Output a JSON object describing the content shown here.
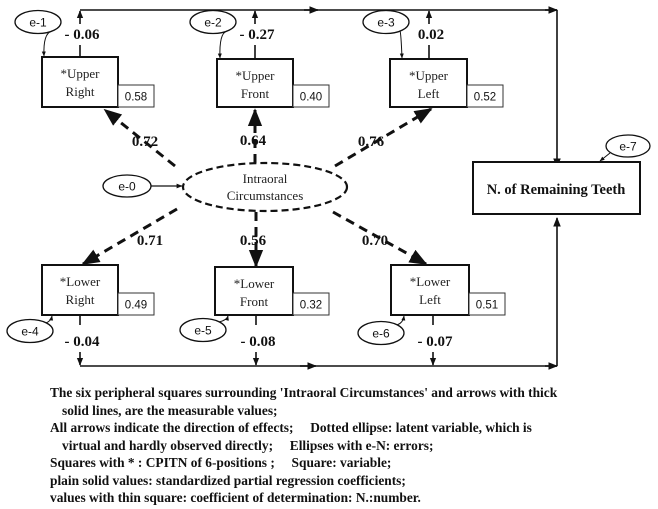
{
  "latent": {
    "label_line1": "Intraoral",
    "label_line2": "Circumstances",
    "error": "e-0"
  },
  "outcome": {
    "label": "N. of Remaining Teeth",
    "error": "e-7"
  },
  "indicators": [
    {
      "id": "upper-right",
      "line1": "*Upper",
      "line2": "Right",
      "r2": "0.58",
      "loading": "0.72",
      "path_coef": "- 0.06",
      "error": "e-1"
    },
    {
      "id": "upper-front",
      "line1": "*Upper",
      "line2": "Front",
      "r2": "0.40",
      "loading": "0.64",
      "path_coef": "- 0.27",
      "error": "e-2"
    },
    {
      "id": "upper-left",
      "line1": "*Upper",
      "line2": "Left",
      "r2": "0.52",
      "loading": "0.76",
      "path_coef": "0.02",
      "error": "e-3"
    },
    {
      "id": "lower-right",
      "line1": "*Lower",
      "line2": "Right",
      "r2": "0.49",
      "loading": "0.71",
      "path_coef": "- 0.04",
      "error": "e-4"
    },
    {
      "id": "lower-front",
      "line1": "*Lower",
      "line2": "Front",
      "r2": "0.32",
      "loading": "0.56",
      "path_coef": "- 0.08",
      "error": "e-5"
    },
    {
      "id": "lower-left",
      "line1": "*Lower",
      "line2": "Left",
      "r2": "0.51",
      "loading": "0.70",
      "path_coef": "- 0.07",
      "error": "e-6"
    }
  ],
  "caption": [
    "The six peripheral squares surrounding 'Intraoral Circumstances' and arrows with thick",
    "solid lines, are the measurable values;",
    "All arrows indicate the direction of effects;     Dotted ellipse: latent variable, which is",
    "virtual and hardly observed directly;     Ellipses with e-N: errors;",
    "Squares with * : CPITN of 6-positions ;     Square: variable;",
    "plain solid values: standardized partial regression coefficients;",
    "values with thin square: coefficient of determination: N.:number."
  ],
  "colors": {
    "ink": "#111111",
    "background": "#ffffff"
  }
}
